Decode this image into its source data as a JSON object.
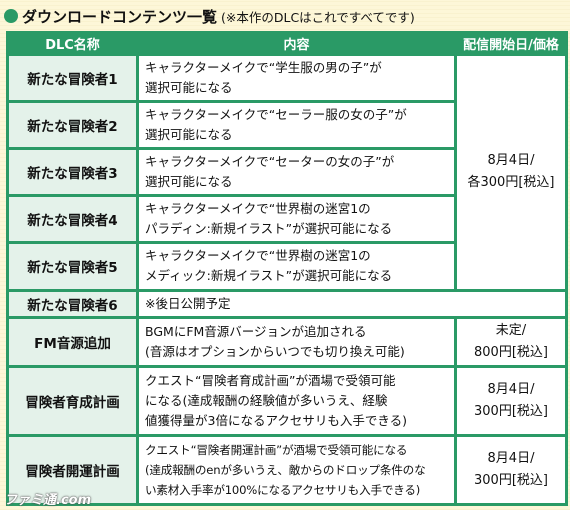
{
  "heading": {
    "title": "ダウンロードコンテンツ一覧",
    "note": "(※本作のDLCはこれですべてです)"
  },
  "table": {
    "headers": [
      "DLC名称",
      "内容",
      "配信開始日/価格"
    ],
    "rows": [
      {
        "name": "新たな冒険者1",
        "content": [
          "キャラクターメイクで“学生服の男の子”が",
          "選択可能になる"
        ]
      },
      {
        "name": "新たな冒険者2",
        "content": [
          "キャラクターメイクで“セーラー服の女の子”が",
          "選択可能になる"
        ]
      },
      {
        "name": "新たな冒険者3",
        "content": [
          "キャラクターメイクで“セーターの女の子”が",
          "選択可能になる"
        ]
      },
      {
        "name": "新たな冒険者4",
        "content": [
          "キャラクターメイクで“世界樹の迷宮1の",
          "パラディン:新規イラスト”が選択可能になる"
        ]
      },
      {
        "name": "新たな冒険者5",
        "content": [
          "キャラクターメイクで“世界樹の迷宮1の",
          "メディック:新規イラスト”が選択可能になる"
        ]
      },
      {
        "name": "新たな冒険者6",
        "content": [
          "※後日公開予定"
        ]
      },
      {
        "name": "FM音源追加",
        "content": [
          "BGMにFM音源バージョンが追加される",
          "(音源はオプションからいつでも切り換え可能)"
        ],
        "price": [
          "未定/",
          "800円[税込]"
        ]
      },
      {
        "name": "冒険者育成計画",
        "content": [
          "クエスト“冒険者育成計画”が酒場で受領可能",
          "になる(達成報酬の経験値が多いうえ、経験",
          "値獲得量が3倍になるアクセサリも入手できる)"
        ],
        "price": [
          "8月4日/",
          "300円[税込]"
        ]
      },
      {
        "name": "冒険者開運計画",
        "content": [
          "クエスト“冒険者開運計画”が酒場で受領可能になる",
          "(達成報酬のenが多いうえ、敵からのドロップ条件のな",
          "い素材入手率が100%になるアクセサリも入手できる)"
        ],
        "price": [
          "8月4日/",
          "300円[税込]"
        ]
      }
    ],
    "shared_price": [
      "8月4日/",
      "各300円[税込]"
    ]
  },
  "watermark": "ファミ通.com"
}
